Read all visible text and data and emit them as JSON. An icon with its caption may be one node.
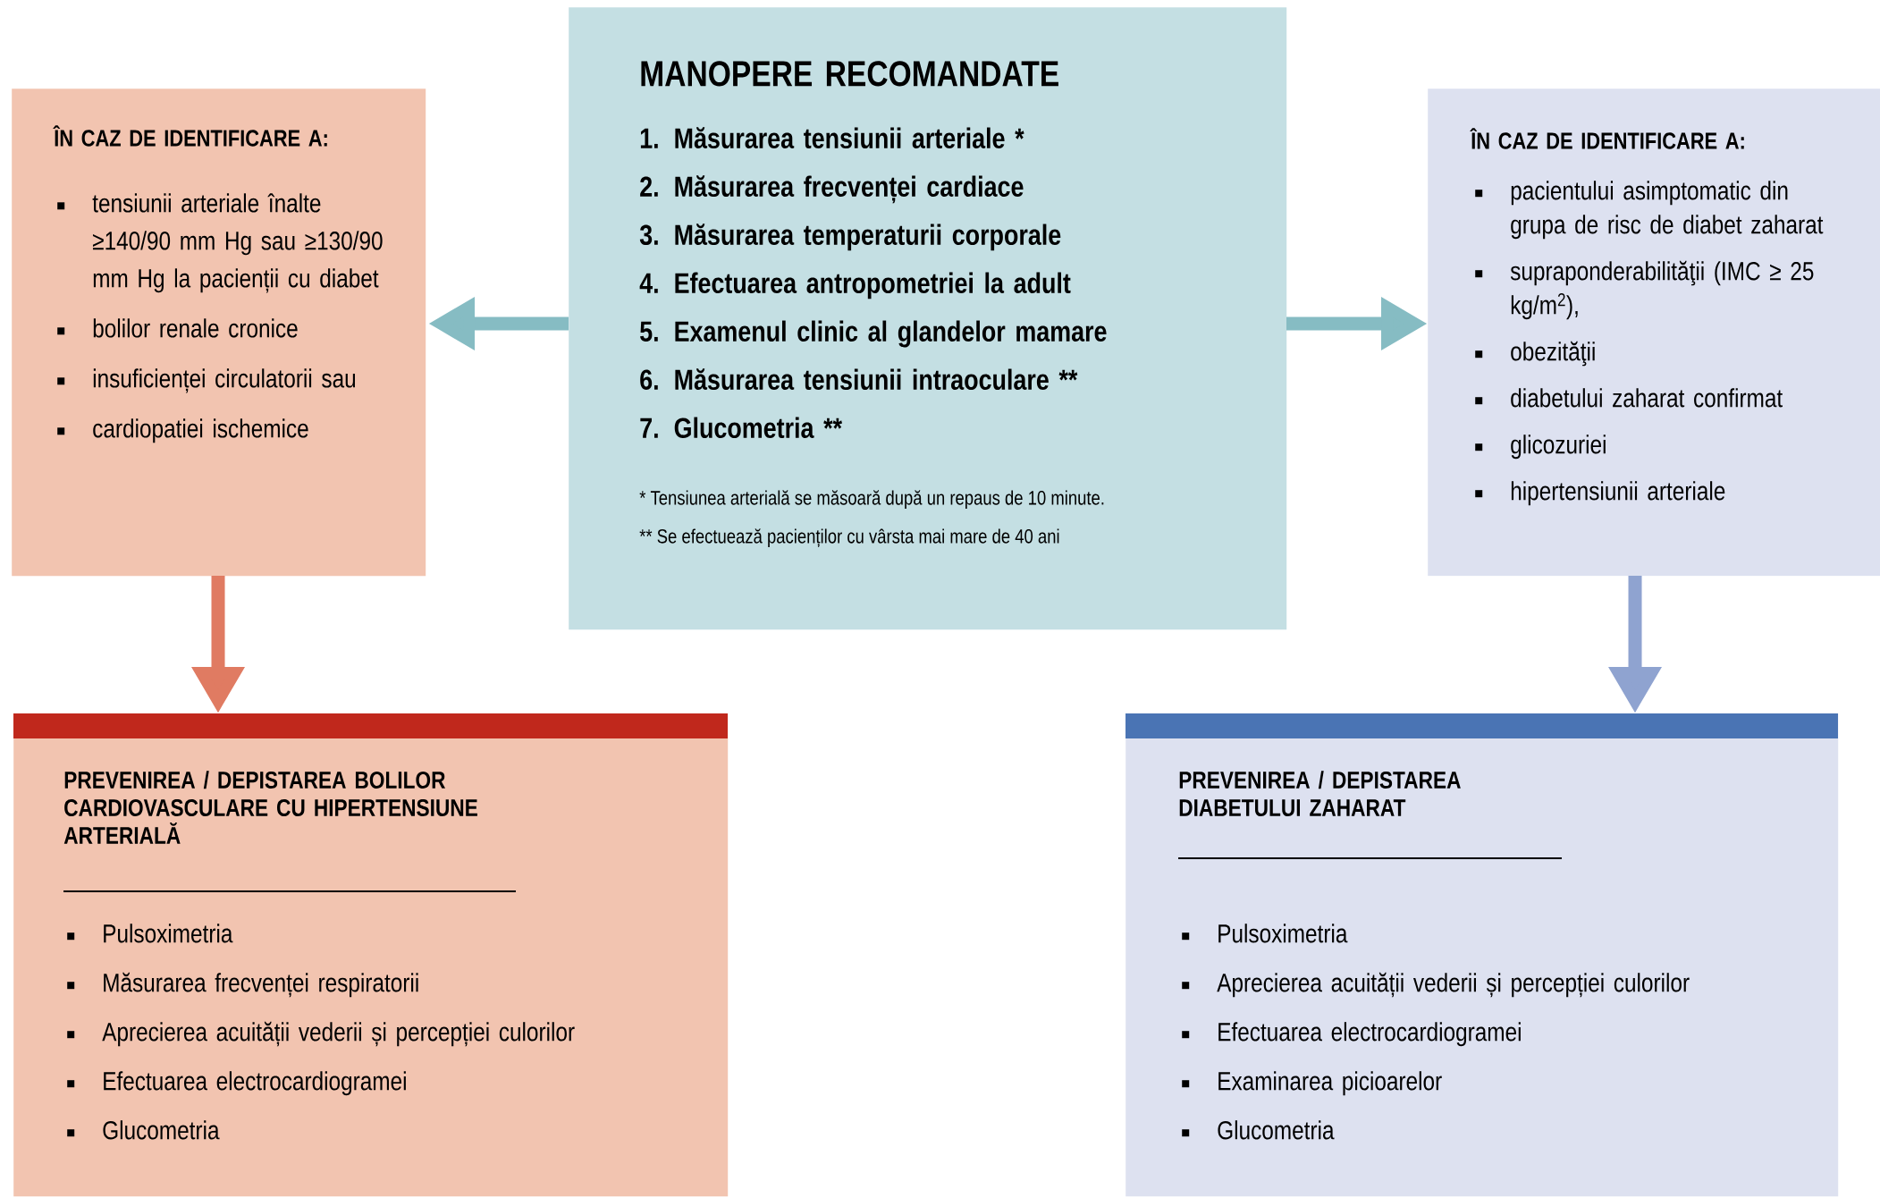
{
  "diagram": {
    "nodes": [
      {
        "text": [
          "MANOPERE RECOMANDATE",
          "1. Măsurarea tensiunii arteriale *",
          "2. Măsurarea frecvenței cardiace",
          "3. Măsurarea temperaturii corporale",
          "4. Efectuarea antropometriei la adult",
          "5. Examenul clinic al glandelor mamare",
          "6. Măsurarea tensiunii intraoculare **",
          "7. Glucometria **"
        ]
      },
      {
        "text": [
          "ÎN CAZ DE IDENTIFICARE A:",
          "tensiunii arteriale înalte ≥140/90 mm Hg sau ≥130/90 mm Hg la pacienții cu diabet",
          "bolilor renale cronice",
          "insuficienței circulatorii sau",
          "cardiopatiei ischemice"
        ]
      },
      {
        "text": [
          "ÎN CAZ DE IDENTIFICARE A:",
          "pacientului asimptomatic din grupa de risc de diabet zaharat",
          "supraponderabilităţii (IMC ≥ 25 kg/m$^{2}$),",
          "obezităţii",
          "diabetului zaharat confirmat",
          "glicozuriei",
          "hipertensiunii arteriale"
        ]
      },
      {
        "text": [
          "PREVENIREA / DEPISTAREA BOLILOR CARDIOVASCULARE CU HIPERTENSIUNE ARTERIALĂ",
          "Pulsoximetria",
          "Măsurarea frecvenței respiratorii",
          "Aprecierea acuității vederii și percepției culorilor",
          "Efectuarea electrocardiogramei",
          "Glucometria"
        ]
      },
      {
        "text": [
          "PREVENIREA / DEPISTAREA DIABETULUI ZAHARAT",
          "Pulsoximetria",
          "Aprecierea acuității vederii și percepției culorilor",
          "Efectuarea electrocardiogramei",
          "Examinarea picioarelor",
          "Glucometria"
        ]
      }
    ],
    "edges": [
      {
        "from": 0,
        "to": 1,
        "arrow": "to",
        "color": "#86bcc3"
      },
      {
        "from": 0,
        "to": 2,
        "arrow": "to",
        "color": "#86bcc3"
      },
      {
        "from": 1,
        "to": 3,
        "arrow": "to",
        "color": "#e07b62"
      },
      {
        "from": 2,
        "to": 4,
        "arrow": "to",
        "color": "#8fa3d0"
      }
    ],
    "labels": [
      "*  Tensiunea arterială se măsoară după un repaus de 10 minute.",
      "**  Se efectuează pacienților cu vârsta mai mare de 40 ani"
    ]
  }
}
